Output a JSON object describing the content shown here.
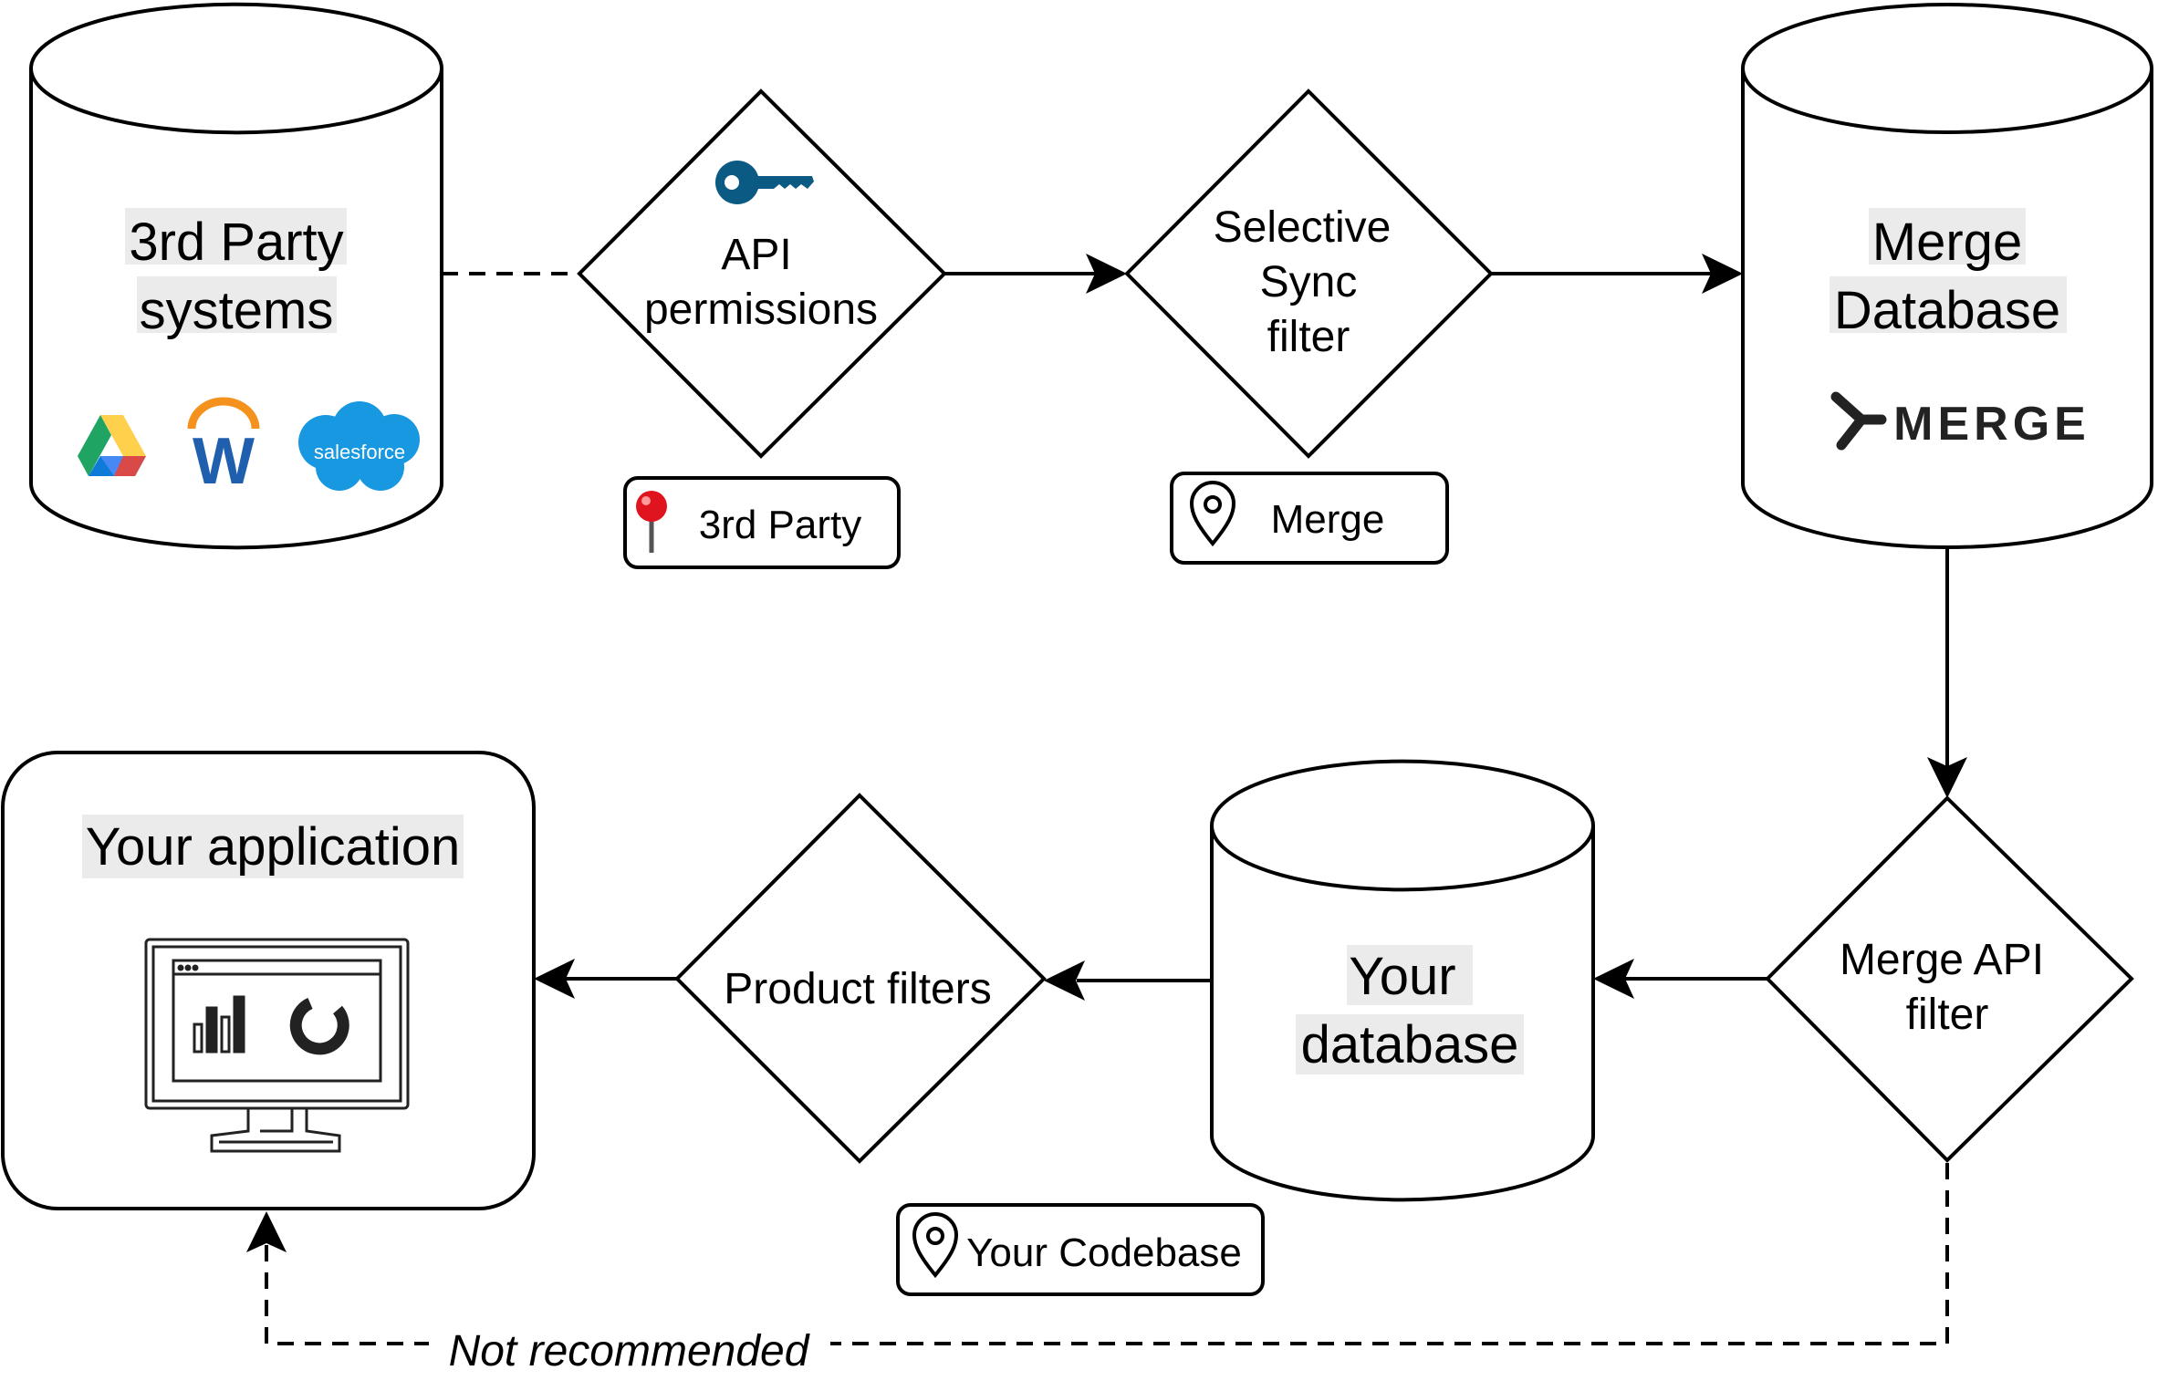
{
  "nodes": {
    "third_party": {
      "line1": "3rd Party",
      "line2": "systems",
      "logo_text": "salesforce"
    },
    "api_permissions": {
      "line1": "API",
      "line2": "permissions",
      "owner": "3rd Party"
    },
    "selective_sync": {
      "line1": "Selective",
      "line2": "Sync",
      "line3": "filter",
      "owner": "Merge"
    },
    "merge_db": {
      "line1": "Merge",
      "line2": "Database",
      "logo_text": "MERGE"
    },
    "merge_api_filter": {
      "line1": "Merge API",
      "line2": "filter"
    },
    "your_db": {
      "line1": "Your",
      "line2": "database",
      "owner": "Your Codebase"
    },
    "product_filters": {
      "label": "Product filters"
    },
    "your_app": {
      "label": "Your application"
    }
  },
  "edges": {
    "not_recommended": "Not recommended"
  },
  "colors": {
    "stroke": "#000000",
    "label_highlight": "#ebebeb",
    "key_icon": "#0b5a84",
    "pin_red": "#e0141e",
    "salesforce_blue": "#1798e0",
    "workday_orange": "#f5921e",
    "workday_blue": "#1f5fae",
    "drive_green": "#1fa463",
    "drive_yellow": "#ffd04b",
    "drive_blue": "#4688f4"
  }
}
